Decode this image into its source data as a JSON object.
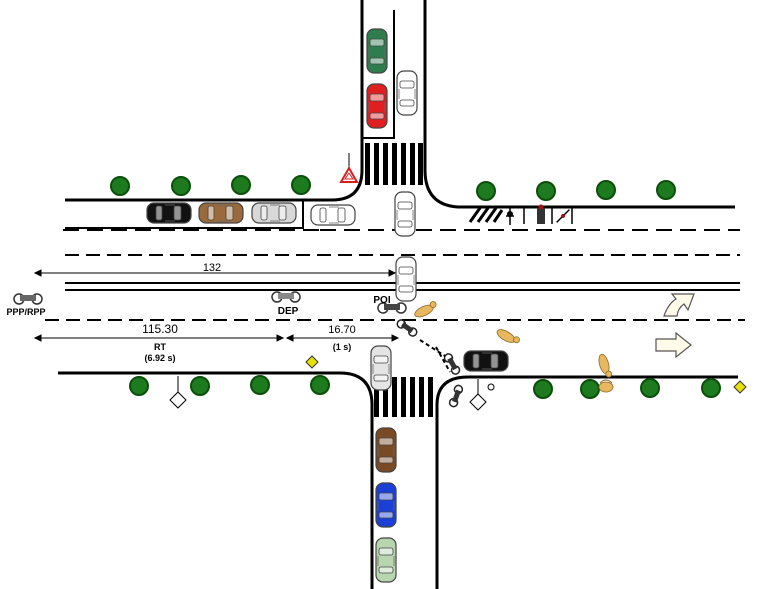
{
  "diagram": {
    "colors": {
      "road_line": "#000000",
      "tree": "#1e7a1e",
      "tree_dark": "#0b4f0b",
      "warning_sign": "#e8e000",
      "yield_sign": "#d42020",
      "animal": "#e8b860",
      "arrow_fill": "#fffbe8"
    },
    "labels": {
      "distance_total": "132",
      "distance_rt": "115.30",
      "rt_label": "RT",
      "rt_time": "(6.92 s)",
      "distance_last": "16.70",
      "last_time": "(1 s)",
      "ppp_rpp": "PPP/RPP",
      "dep": "DEP",
      "poi": "POI"
    },
    "vehicles": [
      {
        "id": "north-green-car",
        "color": "#2e7d4f"
      },
      {
        "id": "north-red-car",
        "color": "#e02020"
      },
      {
        "id": "north-white-car",
        "color": "#ffffff"
      },
      {
        "id": "parked-black-car",
        "color": "#111111"
      },
      {
        "id": "parked-brown-car",
        "color": "#9b6a3c"
      },
      {
        "id": "parked-silver-car",
        "color": "#d8d8d8"
      },
      {
        "id": "parked-white-car",
        "color": "#ffffff"
      },
      {
        "id": "center-white-car",
        "color": "#ffffff"
      },
      {
        "id": "subject-white-car",
        "color": "#ffffff"
      },
      {
        "id": "east-black-car",
        "color": "#111111"
      },
      {
        "id": "south-silver-car",
        "color": "#e4e4e4"
      },
      {
        "id": "south-brown-car",
        "color": "#7a4a24"
      },
      {
        "id": "south-blue-car",
        "color": "#1c3fd6"
      },
      {
        "id": "south-green-car",
        "color": "#b7d6b0"
      }
    ],
    "icons": [
      "tree-icon",
      "yield-sign-icon",
      "deer-crossing-sign-icon",
      "motorcycle-icon",
      "deer-icon",
      "turn-arrow-icon",
      "straight-arrow-icon",
      "pedestrian-icon",
      "bicycle-icon"
    ]
  }
}
